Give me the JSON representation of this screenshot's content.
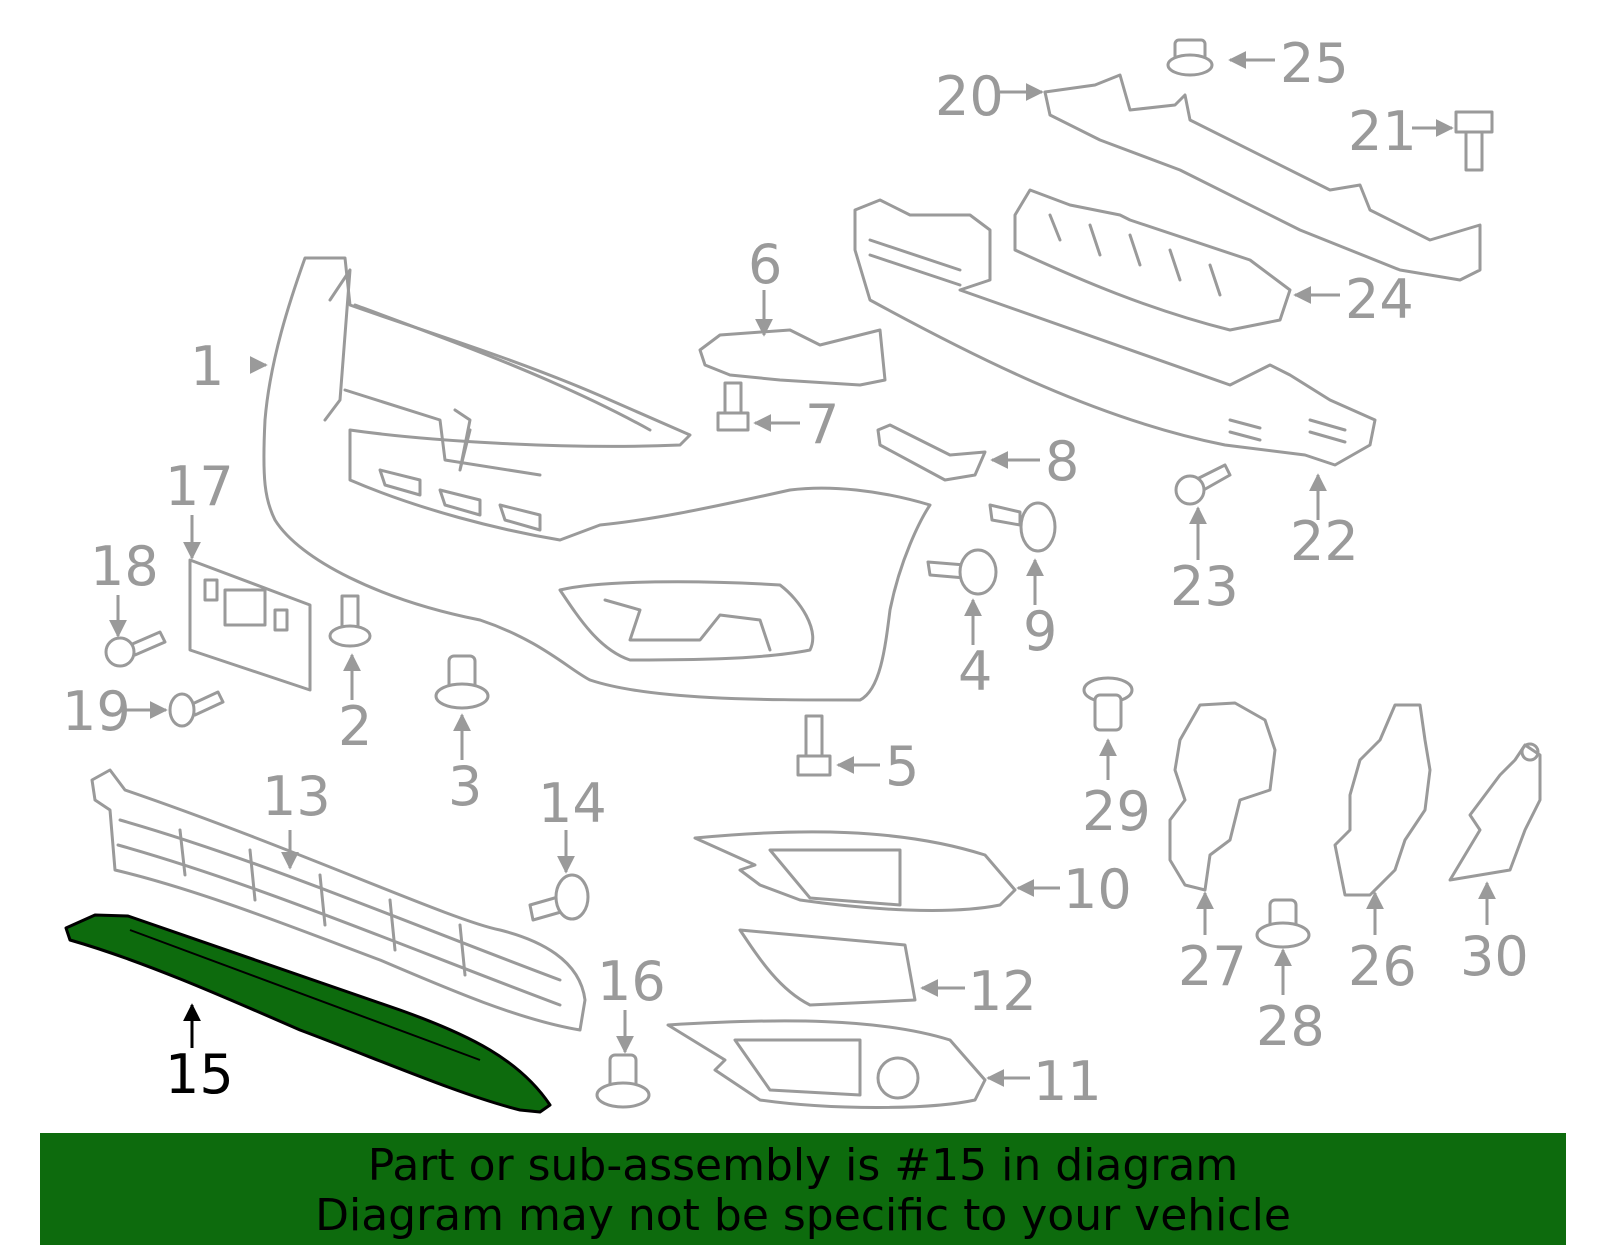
{
  "diagram": {
    "highlighted_part": "15",
    "highlight_color": "#0d6b0d",
    "callouts": [
      "1",
      "2",
      "3",
      "4",
      "5",
      "6",
      "7",
      "8",
      "9",
      "10",
      "11",
      "12",
      "13",
      "14",
      "15",
      "16",
      "17",
      "18",
      "19",
      "20",
      "21",
      "22",
      "23",
      "24",
      "25",
      "26",
      "27",
      "28",
      "29",
      "30"
    ]
  },
  "banner": {
    "line1": "Part or sub-assembly is #15 in diagram",
    "line2": "Diagram may not be specific to your vehicle",
    "color": "#0d6b0d"
  }
}
